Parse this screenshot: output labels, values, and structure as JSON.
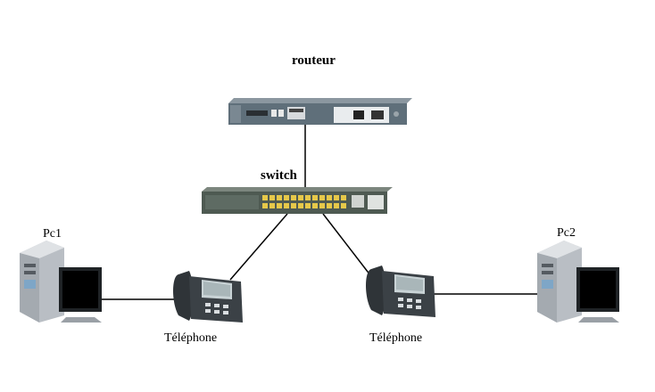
{
  "labels": {
    "router": "routeur",
    "switch": "switch",
    "pc1": "Pc1",
    "pc2": "Pc2",
    "phone_left": "Téléphone",
    "phone_right": "Téléphone"
  },
  "devices": {
    "router": "router-icon",
    "switch": "switch-icon",
    "pc1": "desktop-pc-icon",
    "pc2": "desktop-pc-icon",
    "phone_left": "ip-phone-icon",
    "phone_right": "ip-phone-icon"
  },
  "connections": [
    {
      "from": "router",
      "to": "switch"
    },
    {
      "from": "switch",
      "to": "phone_left"
    },
    {
      "from": "switch",
      "to": "phone_right"
    },
    {
      "from": "pc1",
      "to": "phone_left"
    },
    {
      "from": "phone_right",
      "to": "pc2"
    }
  ],
  "colors": {
    "link": "#000000",
    "router_body": "#5f6f7a",
    "switch_body": "#4e5a52",
    "port_yellow": "#e6c84a",
    "pc_body": "#b9bec4",
    "phone_body": "#2f3438"
  }
}
